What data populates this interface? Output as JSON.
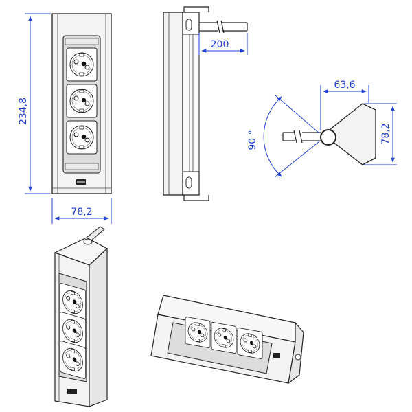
{
  "dimensions": {
    "height": "234,8",
    "width_front": "78,2",
    "cable_length": "200",
    "top_width": "63,6",
    "top_depth": "78,2",
    "rotation_angle": "90 °"
  },
  "colors": {
    "dimension": "#1f3fd0",
    "outline": "#222222",
    "body_fill": "#f3f3f3",
    "insert_fill": "#dcdcdc",
    "socket_fill": "#ffffff"
  },
  "icons": {
    "socket": "schuko-socket-icon",
    "logo": "brand-logo-icon"
  }
}
